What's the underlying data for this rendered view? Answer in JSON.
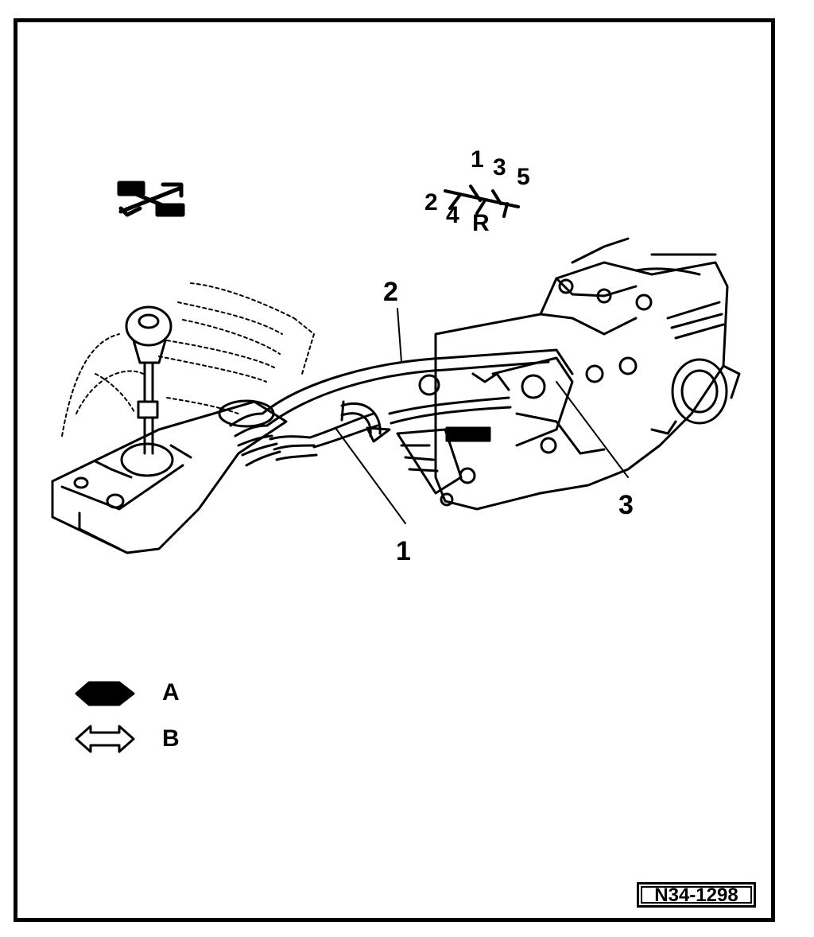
{
  "gate": {
    "labels": [
      "1",
      "3",
      "5",
      "2",
      "4",
      "R"
    ]
  },
  "callouts": {
    "one": "1",
    "two": "2",
    "three": "3"
  },
  "legend": {
    "a_label": "A",
    "b_label": "B"
  },
  "reference": "N34-1298",
  "icons": [
    "tool-icon",
    "arrow-solid-icon",
    "arrow-outline-icon",
    "rotation-arrow-icon"
  ]
}
